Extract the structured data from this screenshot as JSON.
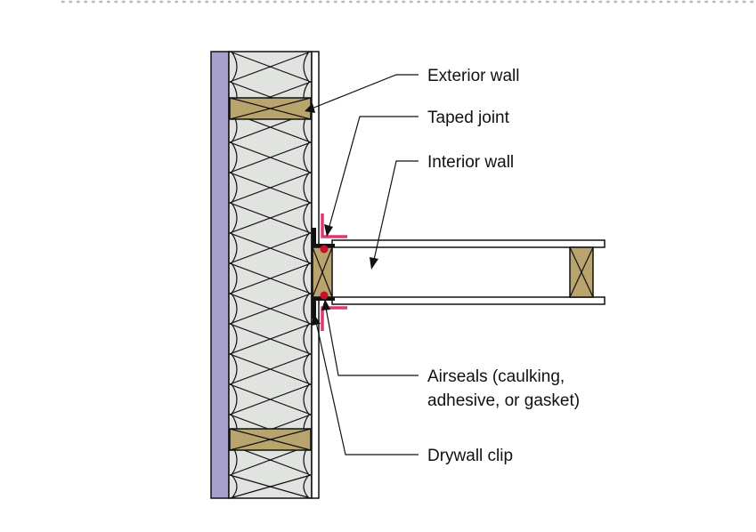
{
  "colors": {
    "sheathing": "#a79fcc",
    "insulation": "#e1e3e0",
    "wood": "#b9a46d",
    "seal_red": "#c8102e",
    "tape_pink": "#dc3a6e",
    "line": "#111111",
    "dots": "#b9b9b9"
  },
  "labels": {
    "exterior_wall": "Exterior wall",
    "taped_joint": "Taped joint",
    "interior_wall": "Interior wall",
    "airseals_line1": "Airseals (caulking,",
    "airseals_line2": "adhesive, or gasket)",
    "drywall_clip": "Drywall clip"
  }
}
